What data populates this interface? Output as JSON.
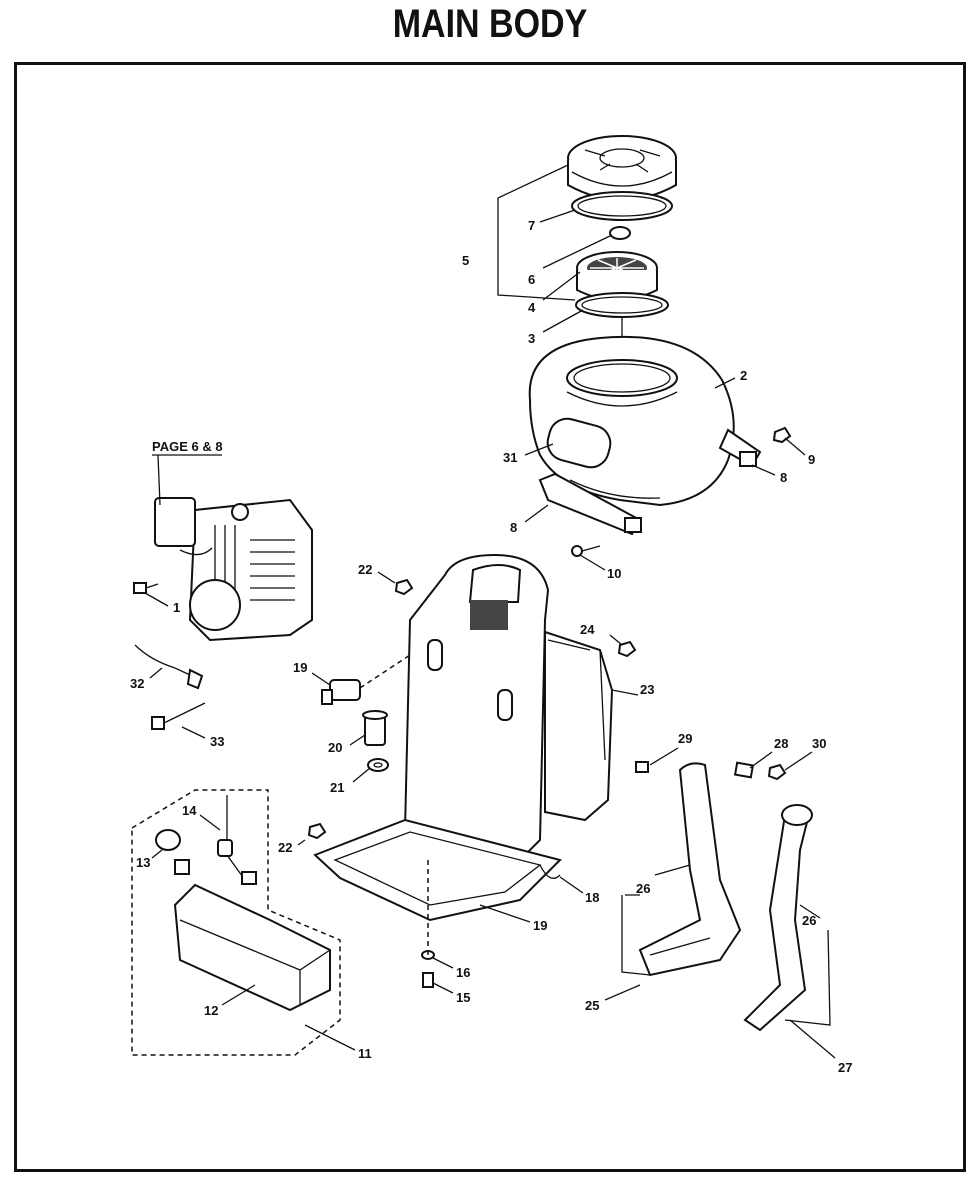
{
  "title": "MAIN BODY",
  "page_reference": "PAGE 6 & 8",
  "callouts": [
    {
      "id": "c1",
      "text": "1"
    },
    {
      "id": "c2",
      "text": "2"
    },
    {
      "id": "c3",
      "text": "3"
    },
    {
      "id": "c4",
      "text": "4"
    },
    {
      "id": "c5",
      "text": "5"
    },
    {
      "id": "c6",
      "text": "6"
    },
    {
      "id": "c7",
      "text": "7"
    },
    {
      "id": "c8a",
      "text": "8"
    },
    {
      "id": "c8b",
      "text": "8"
    },
    {
      "id": "c9",
      "text": "9"
    },
    {
      "id": "c10",
      "text": "10"
    },
    {
      "id": "c11",
      "text": "11"
    },
    {
      "id": "c12",
      "text": "12"
    },
    {
      "id": "c13",
      "text": "13"
    },
    {
      "id": "c14",
      "text": "14"
    },
    {
      "id": "c15",
      "text": "15"
    },
    {
      "id": "c16",
      "text": "16"
    },
    {
      "id": "c18",
      "text": "18"
    },
    {
      "id": "c19a",
      "text": "19"
    },
    {
      "id": "c19b",
      "text": "19"
    },
    {
      "id": "c20",
      "text": "20"
    },
    {
      "id": "c21",
      "text": "21"
    },
    {
      "id": "c22a",
      "text": "22"
    },
    {
      "id": "c22b",
      "text": "22"
    },
    {
      "id": "c23",
      "text": "23"
    },
    {
      "id": "c24",
      "text": "24"
    },
    {
      "id": "c25",
      "text": "25"
    },
    {
      "id": "c26a",
      "text": "26"
    },
    {
      "id": "c26b",
      "text": "26"
    },
    {
      "id": "c27",
      "text": "27"
    },
    {
      "id": "c28",
      "text": "28"
    },
    {
      "id": "c29",
      "text": "29"
    },
    {
      "id": "c30",
      "text": "30"
    },
    {
      "id": "c31",
      "text": "31"
    },
    {
      "id": "c32",
      "text": "32"
    },
    {
      "id": "c33",
      "text": "33"
    }
  ]
}
